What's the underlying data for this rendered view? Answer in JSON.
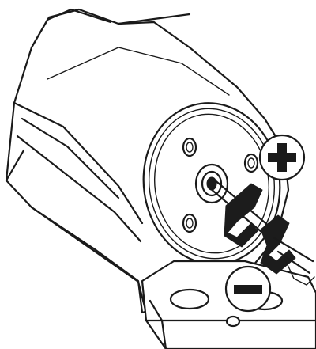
{
  "diagram": {
    "positive_symbol": "+",
    "negative_symbol": "−",
    "icons": [
      "motor-housing",
      "terminal-block",
      "battery-lead-clip",
      "positive-sign-icon",
      "negative-sign-icon"
    ],
    "colors": {
      "line": "#1a1a1a",
      "fill": "#ffffff",
      "clip": "#1c1c1c"
    }
  }
}
